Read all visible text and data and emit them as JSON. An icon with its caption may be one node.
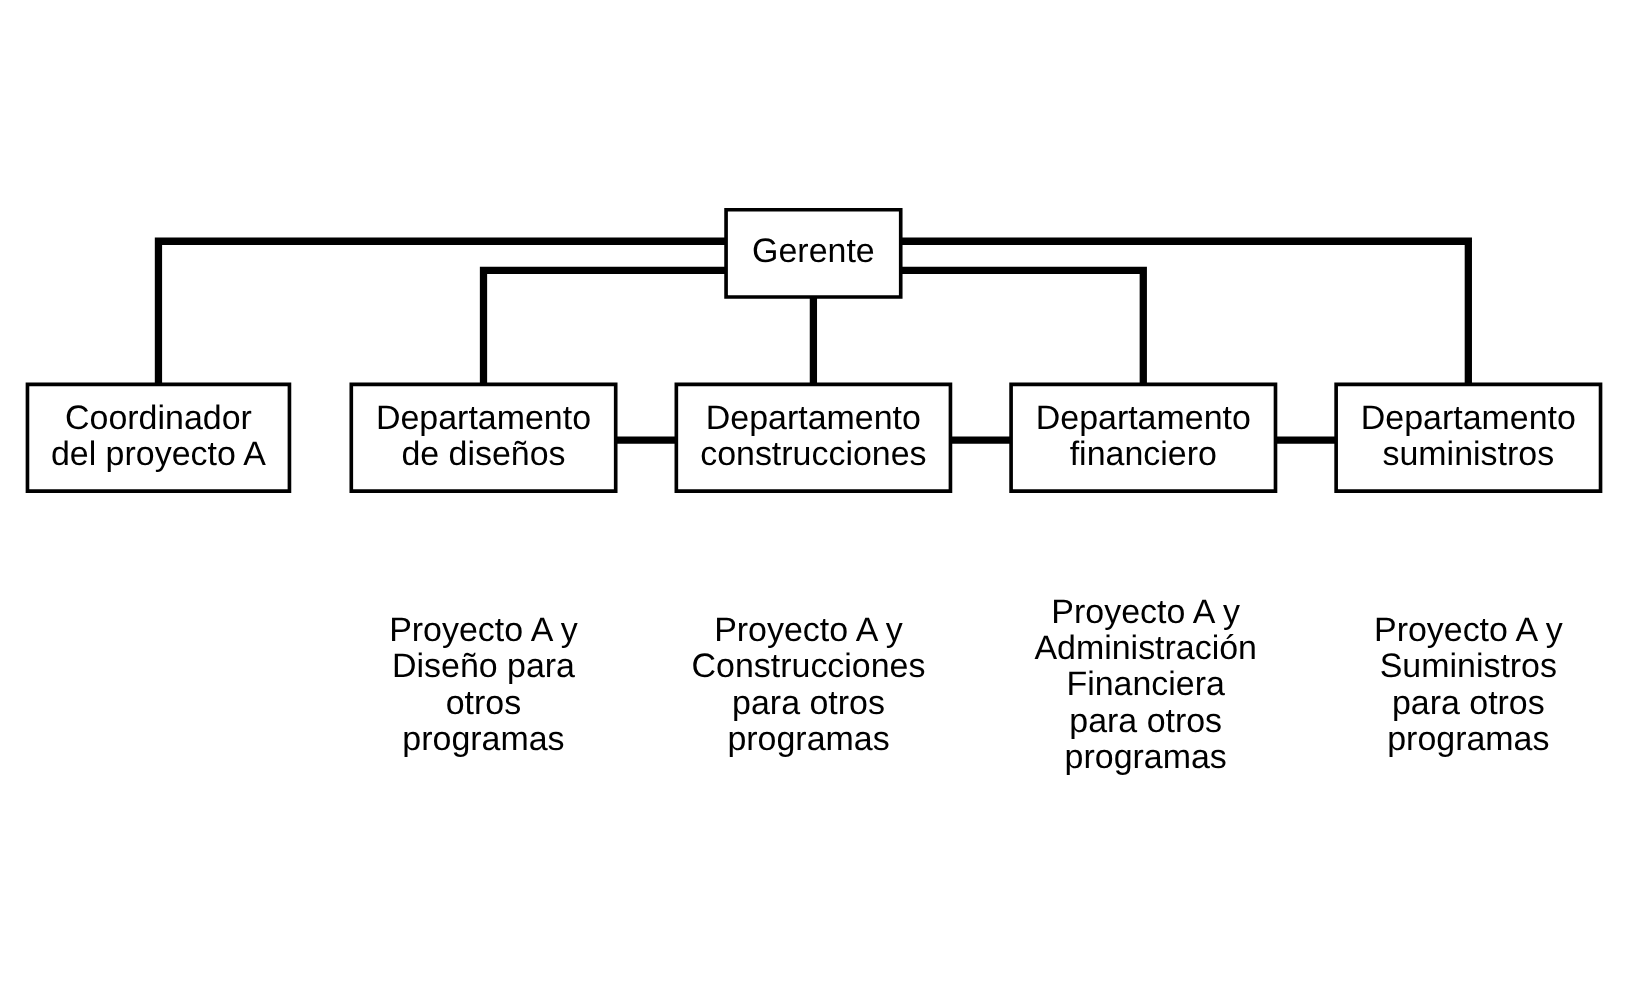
{
  "diagram": {
    "nodes": [
      {
        "text": [
          "Gerente"
        ]
      },
      {
        "text": [
          "Coordinador del proyecto A"
        ]
      },
      {
        "text": [
          "Departamento de diseños"
        ],
        "beside": [
          "Proyecto A y Diseño para otros programas"
        ]
      },
      {
        "text": [
          "Departamento construcciones"
        ],
        "beside": [
          "Proyecto A y Construcciones para otros programas"
        ]
      },
      {
        "text": [
          "Departamento financiero"
        ],
        "beside": [
          "Proyecto A y Administración Financiera para otros programas"
        ]
      },
      {
        "text": [
          "Departamento suministros"
        ],
        "beside": [
          "Proyecto A y Suministros para otros programas"
        ]
      }
    ],
    "edges": [
      {
        "from": 0,
        "to": 1,
        "arrow": "none"
      },
      {
        "from": 0,
        "to": 2,
        "arrow": "none"
      },
      {
        "from": 0,
        "to": 3,
        "arrow": "none"
      },
      {
        "from": 0,
        "to": 4,
        "arrow": "none"
      },
      {
        "from": 0,
        "to": 5,
        "arrow": "none"
      },
      {
        "from": 2,
        "to": 3,
        "arrow": "none"
      },
      {
        "from": 3,
        "to": 4,
        "arrow": "none"
      },
      {
        "from": 4,
        "to": 5,
        "arrow": "none"
      }
    ]
  }
}
